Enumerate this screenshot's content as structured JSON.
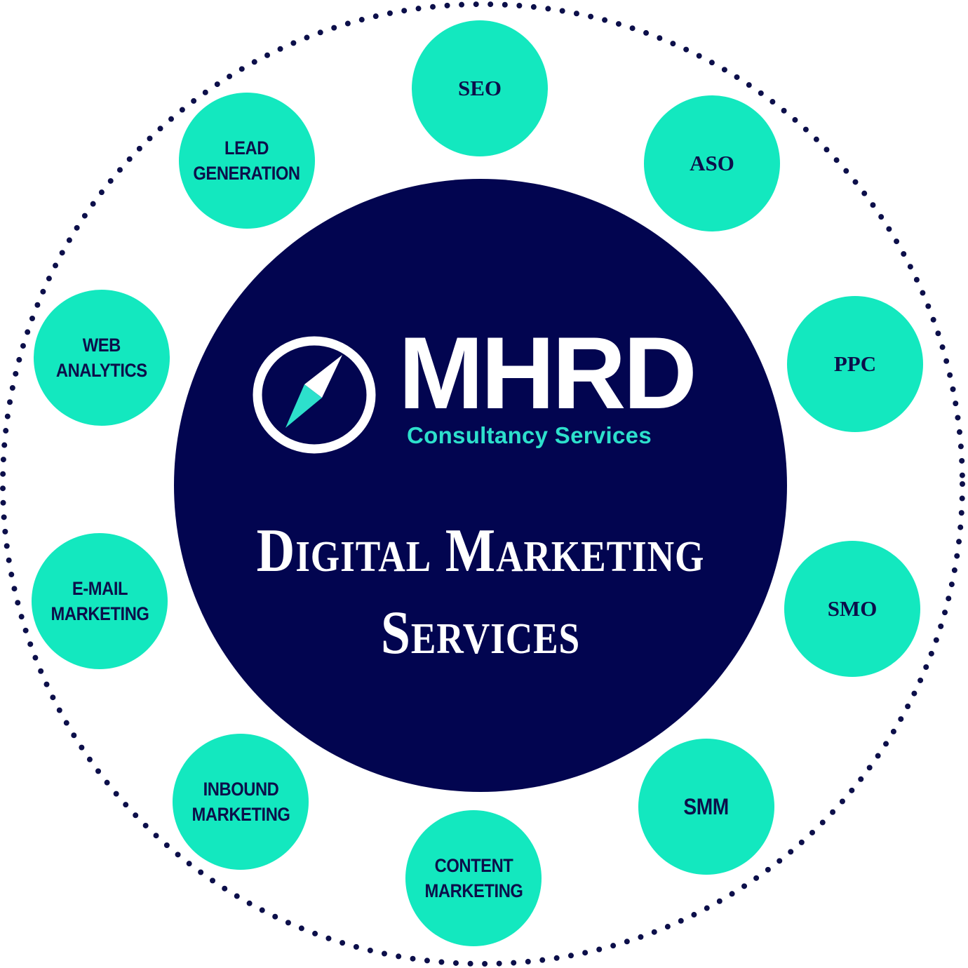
{
  "colors": {
    "background": "#ffffff",
    "core_circle": "#020550",
    "bubble_fill": "#13e8bf",
    "bubble_text": "#0c0f4a",
    "ring_dots": "#0c0f4a",
    "brand_text": "#ffffff",
    "brand_subtitle": "#2de0cc",
    "compass_accent": "#2de0cc"
  },
  "brand": {
    "logo_icon": "compass-icon",
    "name": "MHRD",
    "subtitle": "Consultancy Services"
  },
  "headline": {
    "line1": "Digital Marketing",
    "line2": "Services"
  },
  "services": [
    {
      "label": "SEO"
    },
    {
      "label": "ASO"
    },
    {
      "label": "PPC"
    },
    {
      "label": "SMO"
    },
    {
      "label": "SMM"
    },
    {
      "label": "CONTENT\nMARKETING"
    },
    {
      "label": "INBOUND\nMARKETING"
    },
    {
      "label": "E-MAIL\nMARKETING"
    },
    {
      "label": "WEB\nANALYTICS"
    },
    {
      "label": "LEAD\nGENERATION"
    }
  ]
}
